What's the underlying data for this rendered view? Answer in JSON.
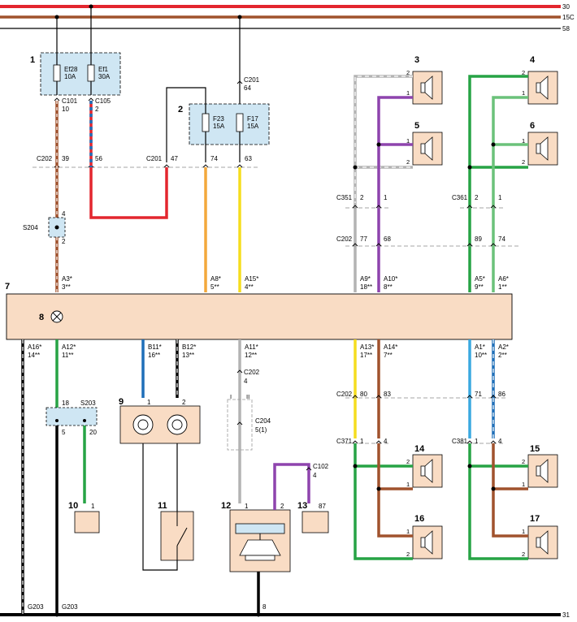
{
  "rails": {
    "r30": "30",
    "r15c": "15C",
    "r58": "58",
    "r31": "31"
  },
  "comp": {
    "c1": "1",
    "c2": "2",
    "c3": "3",
    "c4": "4",
    "c5": "5",
    "c6": "6",
    "c7": "7",
    "c8": "8",
    "c9": "9",
    "c10": "10",
    "c11": "11",
    "c12": "12",
    "c13": "13",
    "c14": "14",
    "c15": "15",
    "c16": "16",
    "c17": "17"
  },
  "fuse": {
    "ef28_name": "Ef28",
    "ef28_rating": "10A",
    "ef1_name": "Ef1",
    "ef1_rating": "30A",
    "f23_name": "F23",
    "f23_rating": "15A",
    "f17_name": "F17",
    "f17_rating": "15A"
  },
  "conn": {
    "c101": "C101",
    "c101_pin": "10",
    "c105": "C105",
    "c105_pin": "2",
    "c201a": "C201",
    "c201a_pin": "64",
    "c202_39": "C202",
    "pin39": "39",
    "pin56": "56",
    "c201b": "C201",
    "pin47": "47",
    "pin74": "74",
    "pin63": "63",
    "s204": "S204",
    "s204_p4": "4",
    "s204_p2": "2",
    "c351": "C351",
    "c351_p2": "2",
    "c351_p1": "1",
    "c361": "C361",
    "c361_p2": "2",
    "c361_p1": "1",
    "c202_77": "C202",
    "pin77": "77",
    "pin68": "68",
    "pin89": "89",
    "pin74b": "74",
    "c202_80": "C202",
    "pin80": "80",
    "pin83": "83",
    "pin71": "71",
    "pin86": "86",
    "c371": "C371",
    "c371_p1": "1",
    "c371_p4": "4",
    "c381": "C381",
    "c381_p1": "1",
    "c381_p4": "4",
    "c202_l": "C202",
    "c202_l_pin": "4",
    "c204": "C204",
    "c204_pin": "5(1)",
    "c204_I": "I",
    "c204_II": "II",
    "c102": "C102",
    "c102_pin": "4",
    "s203": "S203",
    "s203_p18": "18",
    "s203_p5": "5",
    "s203_p20": "20",
    "g203a": "G203",
    "g203b": "G203",
    "gnd8": "8"
  },
  "pins_top": {
    "a3": "A3*",
    "a3b": "3**",
    "a8": "A8*",
    "a8b": "5**",
    "a15": "A15*",
    "a15b": "4**",
    "a9": "A9*",
    "a9b": "18**",
    "a10": "A10*",
    "a10b": "8**",
    "a5": "A5*",
    "a5b": "9**",
    "a6": "A6*",
    "a6b": "1**"
  },
  "pins_bot": {
    "a16": "A16*",
    "a16b": "14**",
    "a12": "A12*",
    "a12b": "11**",
    "b11": "B11*",
    "b11b": "16**",
    "b12": "B12*",
    "b12b": "13**",
    "a11": "A11*",
    "a11b": "12**",
    "a13": "A13*",
    "a13b": "17**",
    "a14": "A14*",
    "a14b": "7**",
    "a1": "A1*",
    "a1b": "10**",
    "a2": "A2*",
    "a2b": "2**"
  },
  "spk_pins": {
    "p2": "2",
    "p1": "1"
  },
  "dev": {
    "d9_p1": "1",
    "d9_p2": "2",
    "d10_p1": "1",
    "d12_p1": "1",
    "d12_p2": "2",
    "d13_p": "87"
  },
  "colors": {
    "red": "#e3262e",
    "brown": "#a0522d",
    "black": "#1a1a1a",
    "orange": "#f3a83b",
    "yellow": "#f5dd1f",
    "grey": "#b3b3b3",
    "purple": "#8e44ad",
    "green": "#27a345",
    "lgreen": "#6bc27a",
    "blue": "#1f6fb8",
    "lblue": "#3aa9e0",
    "box": "#f9dcc4",
    "fusebox": "#cfe6f3"
  }
}
